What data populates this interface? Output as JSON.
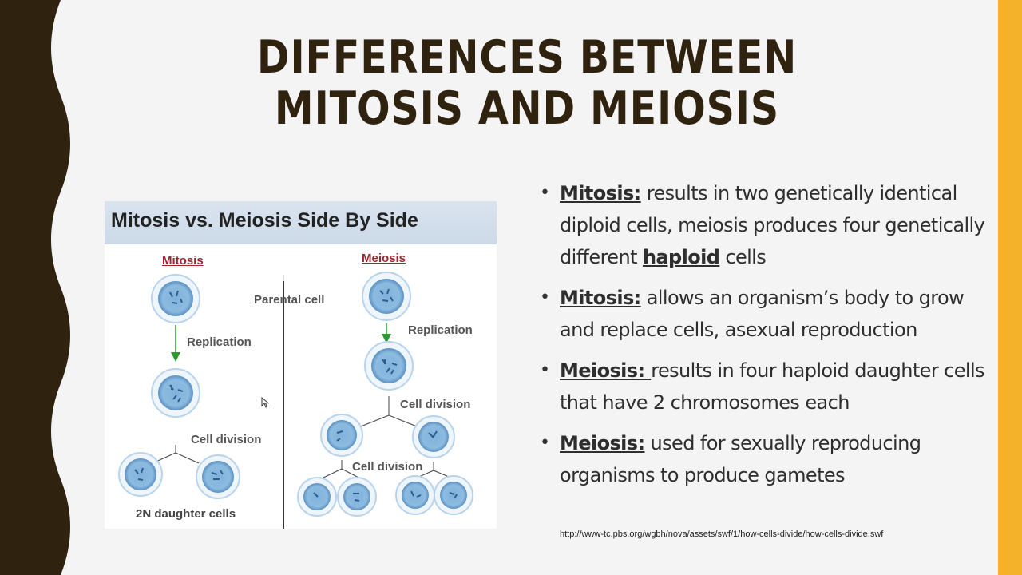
{
  "slide": {
    "title_line1": "DIFFERENCES BETWEEN",
    "title_line2": "MITOSIS AND MEIOSIS",
    "colors": {
      "left_band": "#2f2310",
      "right_bar": "#f4b12a",
      "title": "#2f2310"
    }
  },
  "figure": {
    "title": "Mitosis vs. Meiosis Side By Side",
    "mitosis_label": "Mitosis",
    "meiosis_label": "Meiosis",
    "parental_cell": "Parental cell",
    "replication_left": "Replication",
    "replication_right": "Replication",
    "cell_division_left": "Cell division",
    "cell_division_right_1": "Cell division",
    "cell_division_right_2": "Cell division",
    "daughter_cells": "2N daughter cells"
  },
  "bullets": [
    {
      "term": "Mitosis:",
      "rest": " results in two genetically identical diploid cells, meiosis produces four genetically different ",
      "term2": "haploid",
      "rest2": " cells"
    },
    {
      "term": "Mitosis:",
      "rest": " allows an organism’s body to grow and replace cells, asexual reproduction"
    },
    {
      "term": "Meiosis: ",
      "rest": "results in four haploid daughter cells that have 2 chromosomes each"
    },
    {
      "term": "Meiosis:",
      "rest": " used for sexually reproducing organisms to produce gametes"
    }
  ],
  "source_url": "http://www-tc.pbs.org/wgbh/nova/assets/swf/1/how-cells-divide/how-cells-divide.swf"
}
